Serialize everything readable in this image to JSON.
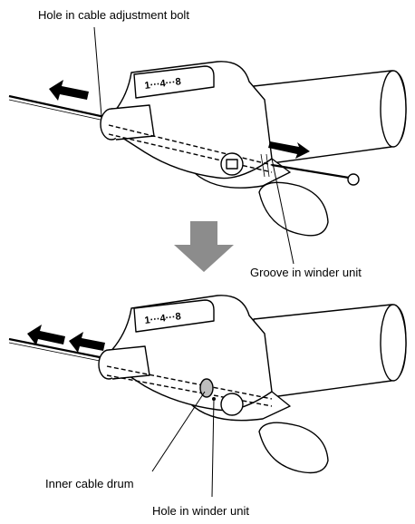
{
  "labels": {
    "top": "Hole in cable adjustment bolt",
    "groove": "Groove in winder unit",
    "drum": "Inner cable drum",
    "hole": "Hole in winder unit"
  },
  "indicator": {
    "top_text": "1···4···8",
    "bottom_text": "1···4···8"
  },
  "colors": {
    "line": "#000000",
    "arrow_down": "#8c8c8c",
    "background": "#ffffff",
    "drum_fill": "#bdbdbd"
  }
}
